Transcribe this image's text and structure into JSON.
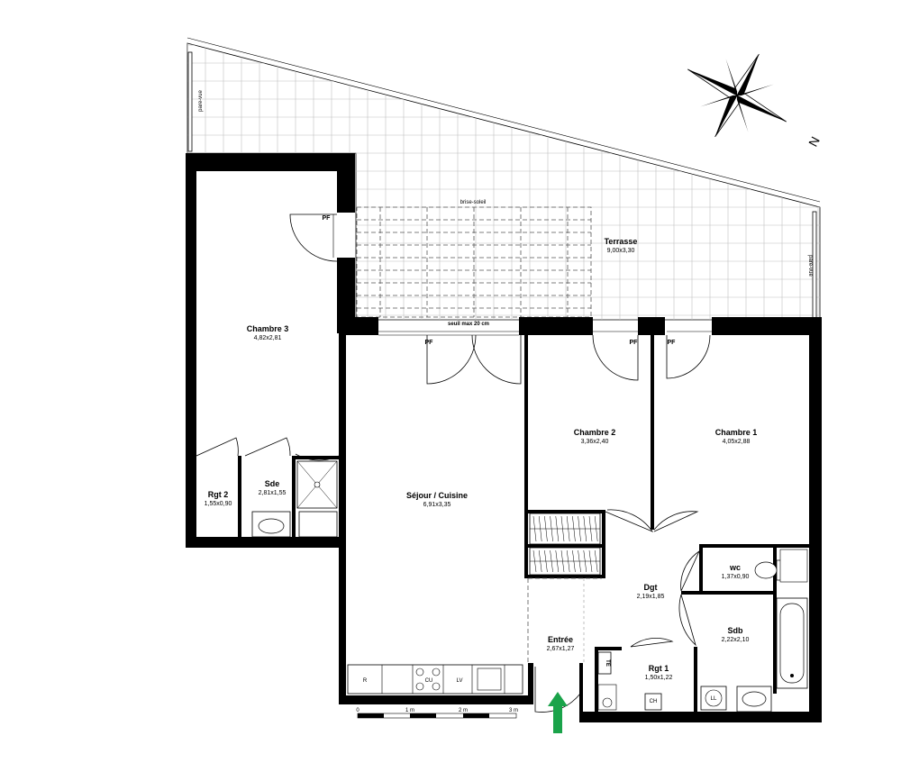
{
  "rooms": {
    "terrasse": {
      "name": "Terrasse",
      "dims": "9,00x3,30"
    },
    "chambre3": {
      "name": "Chambre 3",
      "dims": "4,82x2,81"
    },
    "chambre2": {
      "name": "Chambre 2",
      "dims": "3,36x2,40"
    },
    "chambre1": {
      "name": "Chambre 1",
      "dims": "4,05x2,88"
    },
    "sejour": {
      "name": "Séjour / Cuisine",
      "dims": "6,91x3,35"
    },
    "rgt2": {
      "name": "Rgt 2",
      "dims": "1,55x0,90"
    },
    "sde": {
      "name": "Sde",
      "dims": "2,81x1,55"
    },
    "wc": {
      "name": "wc",
      "dims": "1,37x0,90"
    },
    "dgt": {
      "name": "Dgt",
      "dims": "2,19x1,85"
    },
    "sdb": {
      "name": "Sdb",
      "dims": "2,22x2,10"
    },
    "entree": {
      "name": "Entrée",
      "dims": "2,67x1,27"
    },
    "rgt1": {
      "name": "Rgt 1",
      "dims": "1,50x1,22"
    }
  },
  "labels": {
    "brise_soleil": "brise-soleil",
    "seuil": "seuil max 20 cm",
    "pare_vue": "pare-vue",
    "pf": "PF",
    "north": "N",
    "fridge": "R",
    "cooktop": "CU",
    "dishwasher": "LV",
    "te": "TE",
    "ch": "CH",
    "ll": "LL"
  },
  "scale": {
    "ticks": [
      "0",
      "1 m",
      "2 m",
      "3 m"
    ]
  }
}
